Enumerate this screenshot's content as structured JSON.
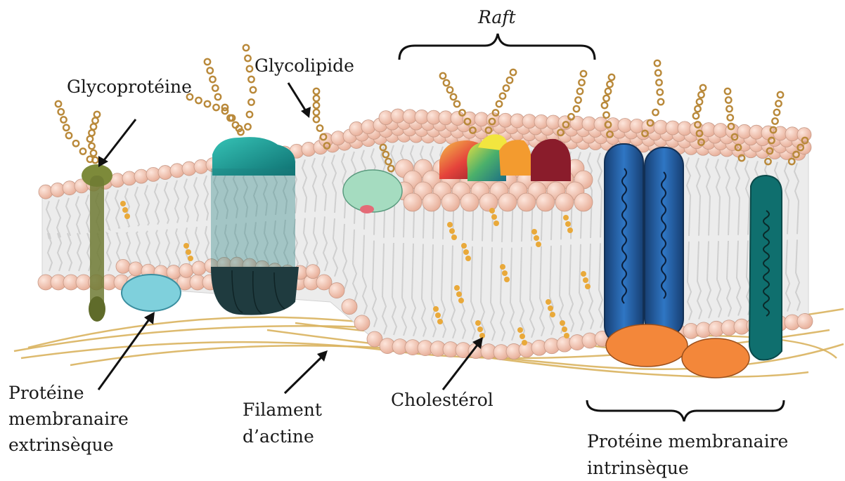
{
  "labels": {
    "raft": "Raft",
    "glycolipide": "Glycolipide",
    "glycoproteine": "Glycoprotéine",
    "proteine_extrinseque": [
      "Protéine",
      "membranaire",
      "extrinsèque"
    ],
    "filament": [
      "Filament",
      "d’actine"
    ],
    "cholesterol": "Cholestérol",
    "proteine_intrinseque": [
      "Protéine membranaire",
      "intrinsèque"
    ]
  },
  "colors": {
    "lipid_head": "#f3c9b6",
    "lipid_head_stroke": "#c79a88",
    "lipid_tail": "#cfcfcf",
    "sugar": "#b9893a",
    "cholesterol": "#e9a93a",
    "actin": "#d9b25e",
    "protein_teal": "#1aa7a0",
    "protein_dark": "#1f3b3f",
    "protein_blue": "#1f5fa6",
    "protein_orange": "#f3873a",
    "protein_cyan": "#7fd0dc",
    "protein_mint": "#9fd9c0",
    "protein_olive": "#6f7a34"
  }
}
